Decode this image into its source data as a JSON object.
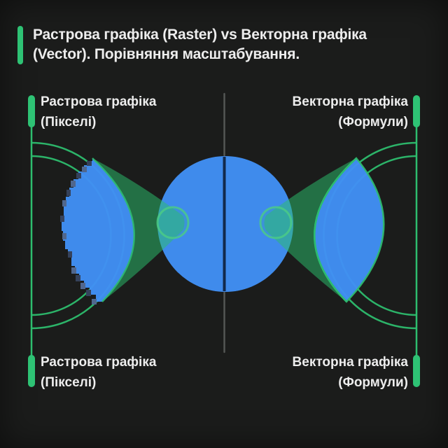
{
  "header": {
    "title_line1": "Растрова графіка (Raster) vs Векторна графіка",
    "title_line2": "(Vector). Порівняння масштабування."
  },
  "labels": {
    "top_left": {
      "line1": "Растрова графіка",
      "line2": "(Пікселі)"
    },
    "top_right": {
      "line1": "Векторна графіка",
      "line2": "(Формули)"
    },
    "bottom_left": {
      "line1": "Растрова графіка",
      "line2": "(Пікселі)"
    },
    "bottom_right": {
      "line1": "Векторна графіка",
      "line2": "(Формули)"
    }
  },
  "colors": {
    "background": "#1b1c1b",
    "accent": "#2dbd6e",
    "accent_bright": "#2ec274",
    "blue": "#4190f4",
    "cone": "rgba(45,190,110,0.52)",
    "ring": "rgba(76,205,133,0.8)",
    "divider_gray": "#555856",
    "divider_navy": "#12294b",
    "text": "#ededed",
    "pixel_light": "#50678e",
    "pixel_dark": "#35425c"
  }
}
